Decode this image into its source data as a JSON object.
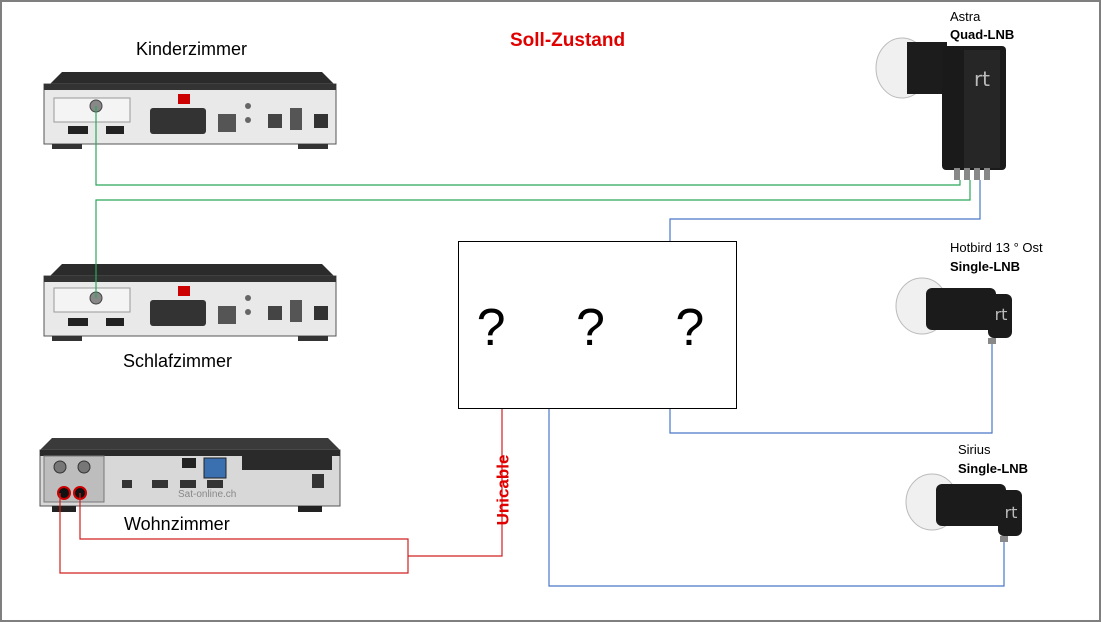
{
  "diagram": {
    "title": "Soll-Zustand",
    "rooms": {
      "kinderzimmer": "Kinderzimmer",
      "schlafzimmer": "Schlafzimmer",
      "wohnzimmer": "Wohnzimmer"
    },
    "unknown_device_text": "? ? ?",
    "cable_label": "Unicable",
    "lnbs": {
      "astra": {
        "satellite": "Astra",
        "type": "Quad-LNB"
      },
      "hotbird": {
        "satellite": "Hotbird 13 ° Ost",
        "type": "Single-LNB"
      },
      "sirius": {
        "satellite": "Sirius",
        "type": "Single-LNB"
      }
    },
    "receiver_watermark": "Sat-online.ch",
    "colors": {
      "title": "#e00000",
      "unicable": "#e00000",
      "coax_green": "#2aa85a",
      "coax_blue": "#4a78c8",
      "unicable_line": "#d02020"
    }
  }
}
